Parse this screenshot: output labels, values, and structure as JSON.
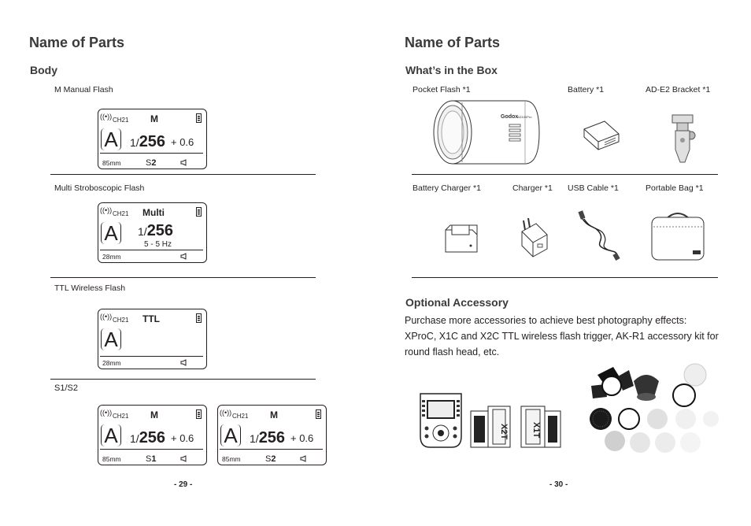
{
  "left_page": {
    "title": "Name of Parts",
    "section": "Body",
    "manual_caption": "M Manual Flash",
    "multi_caption": "Multi Stroboscopic Flash",
    "ttl_caption": "TTL Wireless Flash",
    "s1s2_caption": "S1/S2",
    "page_number": "- 29 -",
    "screen_manual": {
      "signal": "((•))",
      "channel": "CH21",
      "mode": "M",
      "letter": "A",
      "frac_prefix": "1/",
      "frac_value": "256",
      "ev": "+ 0.6",
      "zoom": "85mm",
      "slave_prefix": "S",
      "slave_num": "2"
    },
    "screen_multi": {
      "signal": "((•))",
      "channel": "CH21",
      "mode": "Multi",
      "letter": "A",
      "frac_prefix": "1/",
      "frac_value": "256",
      "freq": "5 - 5 Hz",
      "zoom": "28mm"
    },
    "screen_ttl": {
      "signal": "((•))",
      "channel": "CH21",
      "mode": "TTL",
      "letter": "A",
      "zoom": "28mm"
    },
    "screen_s1": {
      "signal": "((•))",
      "channel": "CH21",
      "mode": "M",
      "letter": "A",
      "frac_prefix": "1/",
      "frac_value": "256",
      "ev": "+ 0.6",
      "zoom": "85mm",
      "slave_prefix": "S",
      "slave_num": "1"
    },
    "screen_s2": {
      "signal": "((•))",
      "channel": "CH21",
      "mode": "M",
      "letter": "A",
      "frac_prefix": "1/",
      "frac_value": "256",
      "ev": "+ 0.6",
      "zoom": "85mm",
      "slave_prefix": "S",
      "slave_num": "2"
    }
  },
  "right_page": {
    "title": "Name of Parts",
    "box_section": "What’s in the Box",
    "items": {
      "pocket_flash": "Pocket Flash *1",
      "battery": "Battery *1",
      "bracket": "AD-E2 Bracket *1",
      "charger_base": "Battery Charger *1",
      "charger": "Charger *1",
      "usb": "USB Cable *1",
      "bag": "Portable Bag *1"
    },
    "flash_brand": "Godox",
    "flash_model": "AD100Pro",
    "accessory_section": "Optional Accessory",
    "accessory_text": "Purchase more accessories to achieve best photography effects: XProC, X1C and X2C TTL wireless flash trigger, AK-R1 accessory kit for round flash head, etc.",
    "x2_label": "X2T",
    "x1_label": "X1T",
    "page_number": "- 30 -"
  }
}
